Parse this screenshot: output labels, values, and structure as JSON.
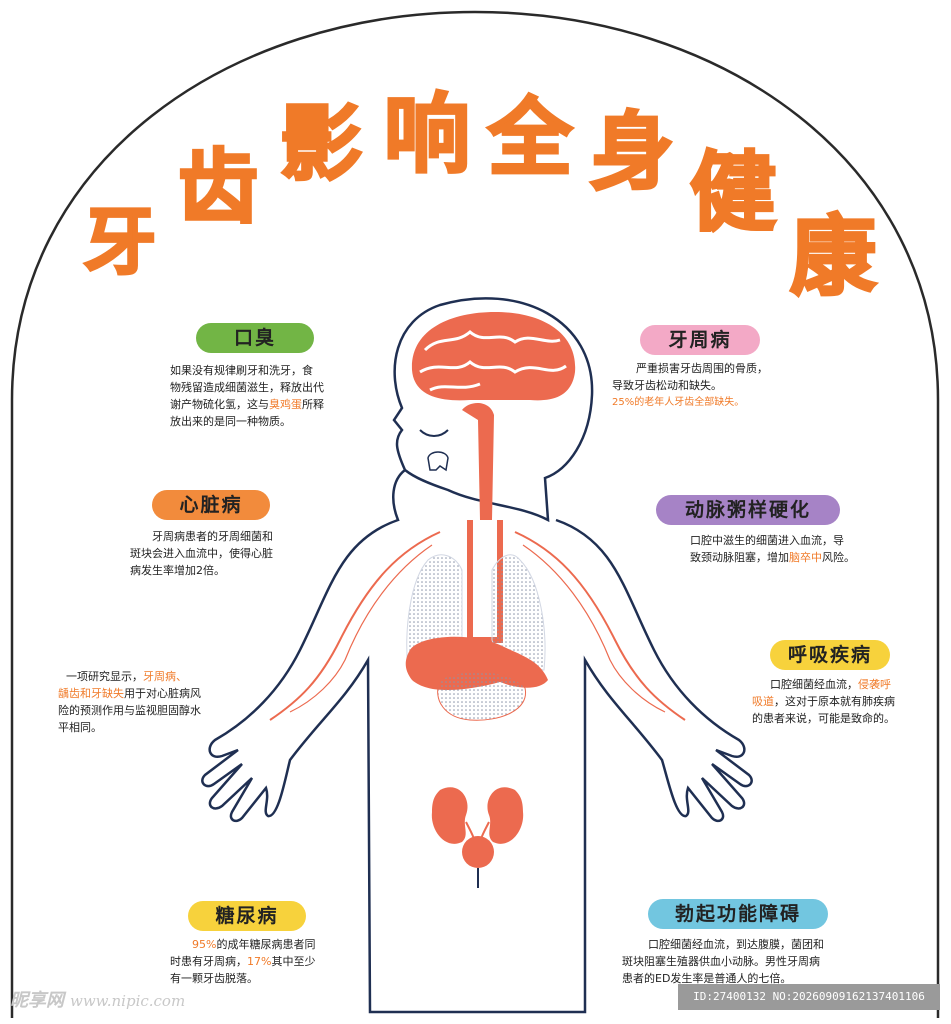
{
  "title": {
    "chars": [
      "牙",
      "齿",
      "影",
      "响",
      "全",
      "身",
      "健",
      "康"
    ]
  },
  "colors": {
    "accent": "#f07a28",
    "organ": "#ec6a4f",
    "outline": "#1f2f52",
    "lung": "#d2d7e3"
  },
  "sections": {
    "bad_breath": {
      "label": "口臭",
      "color": "#72b545",
      "text_1": "如果没有规律刷牙和洗牙，食",
      "text_2": "物残留造成细菌滋生，释放出代",
      "text_3_pre": "谢产物硫化氢，这与",
      "text_3_hl": "臭鸡蛋",
      "text_3_post": "所释",
      "text_4": "放出来的是同一种物质。"
    },
    "periodontal": {
      "label": "牙周病",
      "color": "#f3a9c6",
      "text_1": "严重损害牙齿周围的骨质，",
      "text_2": "导致牙齿松动和缺失。",
      "text_3_hl": "25%的老年人牙齿全部缺失。"
    },
    "heart": {
      "label": "心脏病",
      "color": "#f28b3c",
      "text_1": "牙周病患者的牙周细菌和",
      "text_2": "斑块会进入血流中，使得心脏",
      "text_3": "病发生率增加2倍。"
    },
    "arteriosclerosis": {
      "label": "动脉粥样硬化",
      "color": "#a683c6",
      "text_1": "口腔中滋生的细菌进入血流，导",
      "text_2_pre": "致颈动脉阻塞，增加",
      "text_2_hl": "脑卒中",
      "text_2_post": "风险。"
    },
    "study": {
      "text_1_pre": "一项研究显示，",
      "text_1_hl": "牙周病、",
      "text_2_hl": "龋齿和牙缺失",
      "text_2_post": "用于对心脏病风",
      "text_3": "险的预测作用与监视胆固醇水",
      "text_4": "平相同。"
    },
    "respiratory": {
      "label": "呼吸疾病",
      "color": "#f7d23c",
      "text_1_pre": "口腔细菌经血流，",
      "text_1_hl": "侵袭呼",
      "text_2_hl": "吸道",
      "text_2_post": "，这对于原本就有肺疾病",
      "text_3": "的患者来说，可能是致命的。"
    },
    "diabetes": {
      "label": "糖尿病",
      "color": "#f7d23c",
      "text_1_hl": "95%",
      "text_1_post": "的成年糖尿病患者同",
      "text_2_pre": "时患有牙周病，",
      "text_2_hl": "17%",
      "text_2_post": "其中至少",
      "text_3": "有一颗牙齿脱落。"
    },
    "ed": {
      "label": "勃起功能障碍",
      "color": "#72c6e0",
      "text_1": "口腔细菌经血流，到达腹膜，菌团和",
      "text_2": "斑块阻塞生殖器供血小动脉。男性牙周病",
      "text_3": "患者的ED发生率是普通人的七倍。"
    }
  },
  "watermark": {
    "left_brand": "昵享网",
    "left_url": "www.nipic.com",
    "right_id": "ID:27400132 NO:20260909162137401106"
  }
}
